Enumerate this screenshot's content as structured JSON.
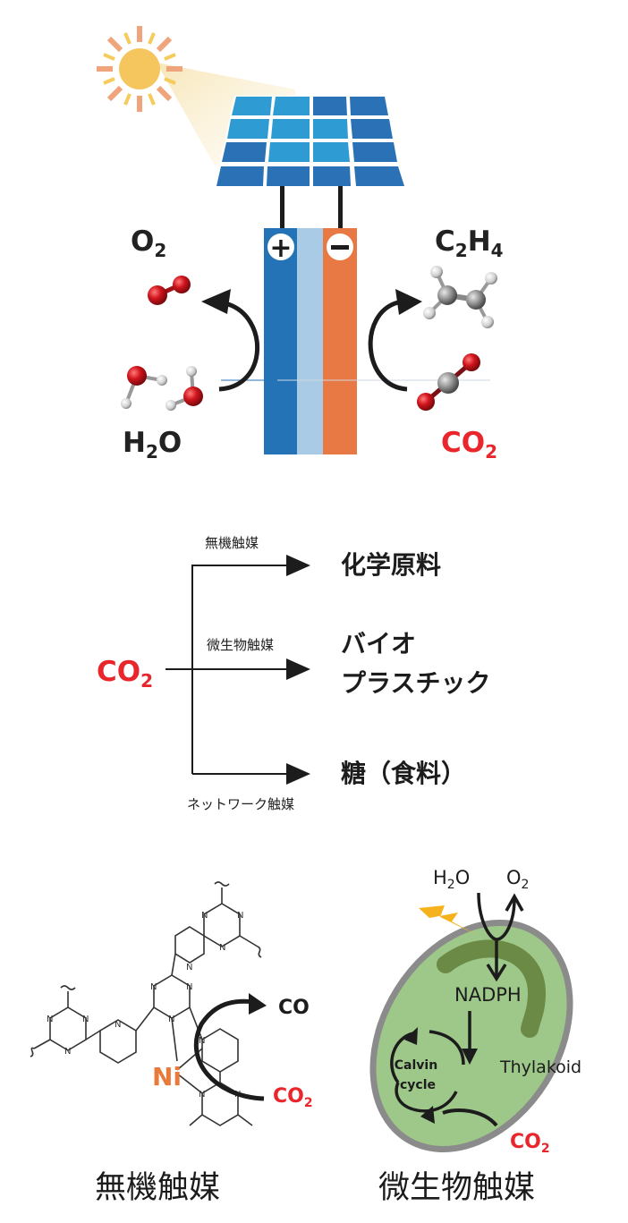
{
  "colors": {
    "red": "#e8262b",
    "anode_blue": "#2473b6",
    "membrane": "#a9cbe6",
    "cathode_orange": "#e87844",
    "nickel_orange": "#e87a3c",
    "cell_green": "#9ec78a",
    "thylakoid_green": "#6b8a46",
    "bolt_yellow": "#f5b21c"
  },
  "electrolysis": {
    "plus_symbol": "+",
    "minus_symbol": "−",
    "anode_product": {
      "main": "O",
      "sub": "2"
    },
    "anode_reactant": {
      "pre": "H",
      "sub": "2",
      "post": "O"
    },
    "cathode_product": {
      "p1": "C",
      "s1": "2",
      "p2": "H",
      "s2": "4"
    },
    "cathode_reactant": {
      "main": "CO",
      "sub": "2"
    }
  },
  "pathways": {
    "source": {
      "main": "CO",
      "sub": "2"
    },
    "branches": [
      {
        "catalyst": "無機触媒",
        "product_line1": "化学原料",
        "product_line2": ""
      },
      {
        "catalyst": "微生物触媒",
        "product_line1": "バイオ",
        "product_line2": "プラスチック"
      },
      {
        "catalyst": "ネットワーク触媒",
        "product_line1": "糖（食料）",
        "product_line2": ""
      }
    ]
  },
  "inorganic_panel": {
    "metal": "Ni",
    "product": "CO",
    "reactant": {
      "main": "CO",
      "sub": "2"
    },
    "atom_label": "N",
    "caption": "無機触媒"
  },
  "microbial_panel": {
    "h2o": {
      "pre": "H",
      "sub": "2",
      "post": "O"
    },
    "o2": {
      "main": "O",
      "sub": "2"
    },
    "nadph": "NADPH",
    "calvin_line1": "Calvin",
    "calvin_line2": "cycle",
    "thylakoid": "Thylakoid",
    "reactant": {
      "main": "CO",
      "sub": "2"
    },
    "caption": "微生物触媒"
  }
}
